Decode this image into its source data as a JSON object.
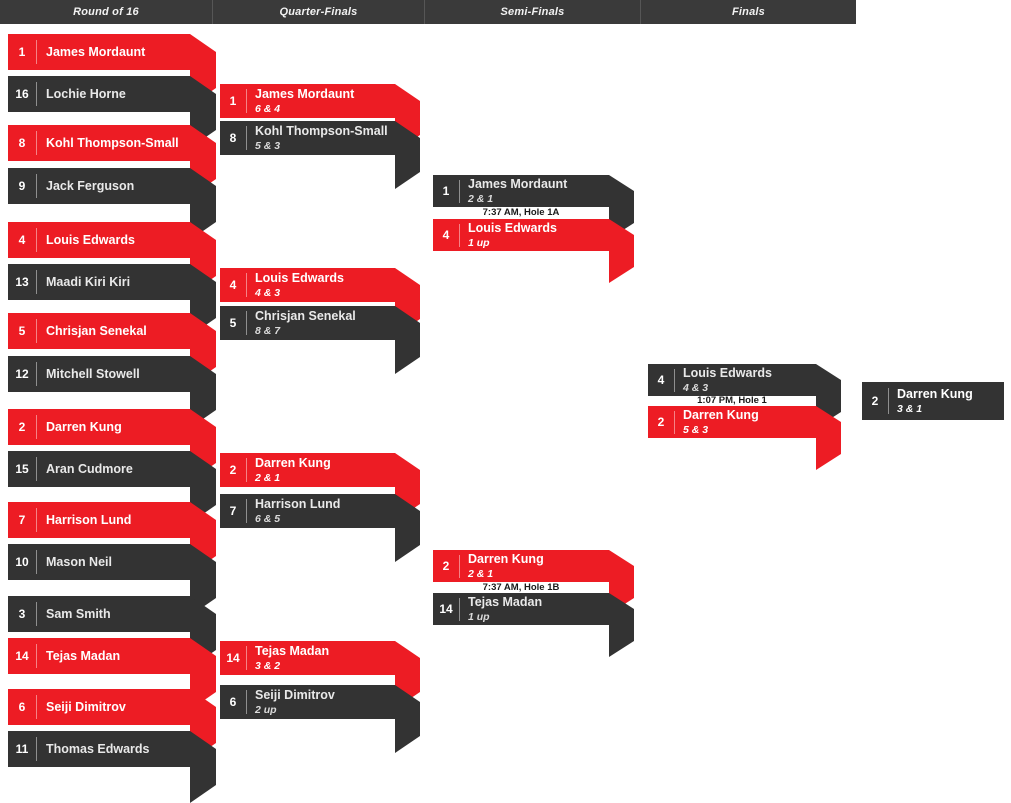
{
  "header": {
    "columns": [
      {
        "label": "Round of 16"
      },
      {
        "label": "Quarter-Finals"
      },
      {
        "label": "Semi-Finals"
      },
      {
        "label": "Finals"
      }
    ]
  },
  "colors": {
    "winner": "#ed1c24",
    "loser": "#333333",
    "header_bar": "#3a3a3a",
    "page_background": "#ffffff"
  },
  "rounds": {
    "round_of_16": [
      {
        "seed": "1",
        "name": "James Mordaunt",
        "result": "winner"
      },
      {
        "seed": "16",
        "name": "Lochie Horne",
        "result": "loser"
      },
      {
        "seed": "8",
        "name": "Kohl Thompson-Small",
        "result": "winner"
      },
      {
        "seed": "9",
        "name": "Jack Ferguson",
        "result": "loser"
      },
      {
        "seed": "4",
        "name": "Louis Edwards",
        "result": "winner"
      },
      {
        "seed": "13",
        "name": "Maadi Kiri Kiri",
        "result": "loser"
      },
      {
        "seed": "5",
        "name": "Chrisjan Senekal",
        "result": "winner"
      },
      {
        "seed": "12",
        "name": "Mitchell Stowell",
        "result": "loser"
      },
      {
        "seed": "2",
        "name": "Darren Kung",
        "result": "winner"
      },
      {
        "seed": "15",
        "name": "Aran Cudmore",
        "result": "loser"
      },
      {
        "seed": "7",
        "name": "Harrison Lund",
        "result": "winner"
      },
      {
        "seed": "10",
        "name": "Mason Neil",
        "result": "loser"
      },
      {
        "seed": "3",
        "name": "Sam Smith",
        "result": "loser"
      },
      {
        "seed": "14",
        "name": "Tejas Madan",
        "result": "winner"
      },
      {
        "seed": "6",
        "name": "Seiji Dimitrov",
        "result": "winner"
      },
      {
        "seed": "11",
        "name": "Thomas Edwards",
        "result": "loser"
      }
    ],
    "quarter_finals": [
      {
        "seed": "1",
        "name": "James Mordaunt",
        "score": "6 & 4",
        "result": "winner"
      },
      {
        "seed": "8",
        "name": "Kohl Thompson-Small",
        "score": "5 & 3",
        "result": "loser"
      },
      {
        "seed": "4",
        "name": "Louis Edwards",
        "score": "4 & 3",
        "result": "winner"
      },
      {
        "seed": "5",
        "name": "Chrisjan Senekal",
        "score": "8 & 7",
        "result": "loser"
      },
      {
        "seed": "2",
        "name": "Darren Kung",
        "score": "2 & 1",
        "result": "winner"
      },
      {
        "seed": "7",
        "name": "Harrison Lund",
        "score": "6 & 5",
        "result": "loser"
      },
      {
        "seed": "14",
        "name": "Tejas Madan",
        "score": "3 & 2",
        "result": "winner"
      },
      {
        "seed": "6",
        "name": "Seiji Dimitrov",
        "score": "2 up",
        "result": "loser"
      }
    ],
    "semi_finals": [
      {
        "seed": "1",
        "name": "James Mordaunt",
        "score": "2 & 1",
        "result": "loser"
      },
      {
        "seed": "4",
        "name": "Louis Edwards",
        "score": "1 up",
        "result": "winner"
      },
      {
        "seed": "2",
        "name": "Darren Kung",
        "score": "2 & 1",
        "result": "winner"
      },
      {
        "seed": "14",
        "name": "Tejas Madan",
        "score": "1 up",
        "result": "loser"
      }
    ],
    "finals": [
      {
        "seed": "4",
        "name": "Louis Edwards",
        "score": "4 & 3",
        "result": "loser"
      },
      {
        "seed": "2",
        "name": "Darren Kung",
        "score": "5 & 3",
        "result": "winner"
      }
    ],
    "champion": {
      "seed": "2",
      "name": "Darren Kung",
      "score": "3 & 1"
    }
  },
  "tee_times": {
    "semi_final_top": "7:37 AM, Hole 1A",
    "semi_final_bottom": "7:37 AM, Hole 1B",
    "final": "1:07 PM, Hole 1"
  }
}
